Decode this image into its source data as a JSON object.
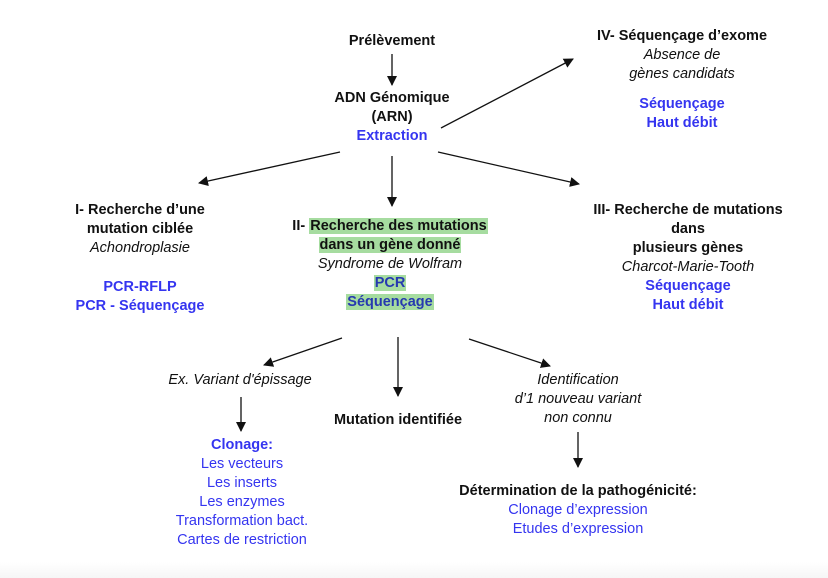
{
  "diagram": {
    "start": {
      "title": "Prélèvement"
    },
    "dna": {
      "title": "ADN Génomique",
      "subtitle": "(ARN)",
      "method": "Extraction"
    },
    "branch_iv": {
      "title": "IV- Séquençage d’exome",
      "context": [
        "Absence de",
        "gènes candidats"
      ],
      "methods": [
        "Séquençage",
        "Haut débit"
      ]
    },
    "branch_i": {
      "title": [
        "I- Recherche d’une",
        "mutation ciblée"
      ],
      "example": "Achondroplasie",
      "methods": [
        "PCR-RFLP",
        "PCR - Séquençage"
      ]
    },
    "branch_ii": {
      "prefix": "II- ",
      "title": [
        "Recherche des mutations",
        "dans un gène donné"
      ],
      "example": "Syndrome de Wolfram",
      "methods": [
        "PCR",
        "Séquençage"
      ]
    },
    "branch_iii": {
      "title": [
        "III- Recherche de mutations",
        "dans",
        "plusieurs gènes"
      ],
      "example": "Charcot-Marie-Tooth",
      "methods": [
        "Séquençage",
        "Haut débit"
      ]
    },
    "outcome_splice": {
      "label": "Ex. Variant d'épissage"
    },
    "outcome_identified": {
      "label": "Mutation identifiée"
    },
    "outcome_new": {
      "label": [
        "Identification",
        "d’1 nouveau variant",
        "non connu"
      ]
    },
    "cloning": {
      "title": "Clonage:",
      "items": [
        "Les vecteurs",
        "Les inserts",
        "Les enzymes",
        "Transformation bact.",
        "Cartes de restriction"
      ]
    },
    "pathogenicity": {
      "title": "Détermination de la pathogénicité:",
      "items": [
        "Clonage d’expression",
        "Etudes d’expression"
      ]
    }
  },
  "colors": {
    "method_text": "#3535f0",
    "highlight": "#a6dca0",
    "highlight_text": "#2639b0",
    "arrow": "#111111"
  }
}
